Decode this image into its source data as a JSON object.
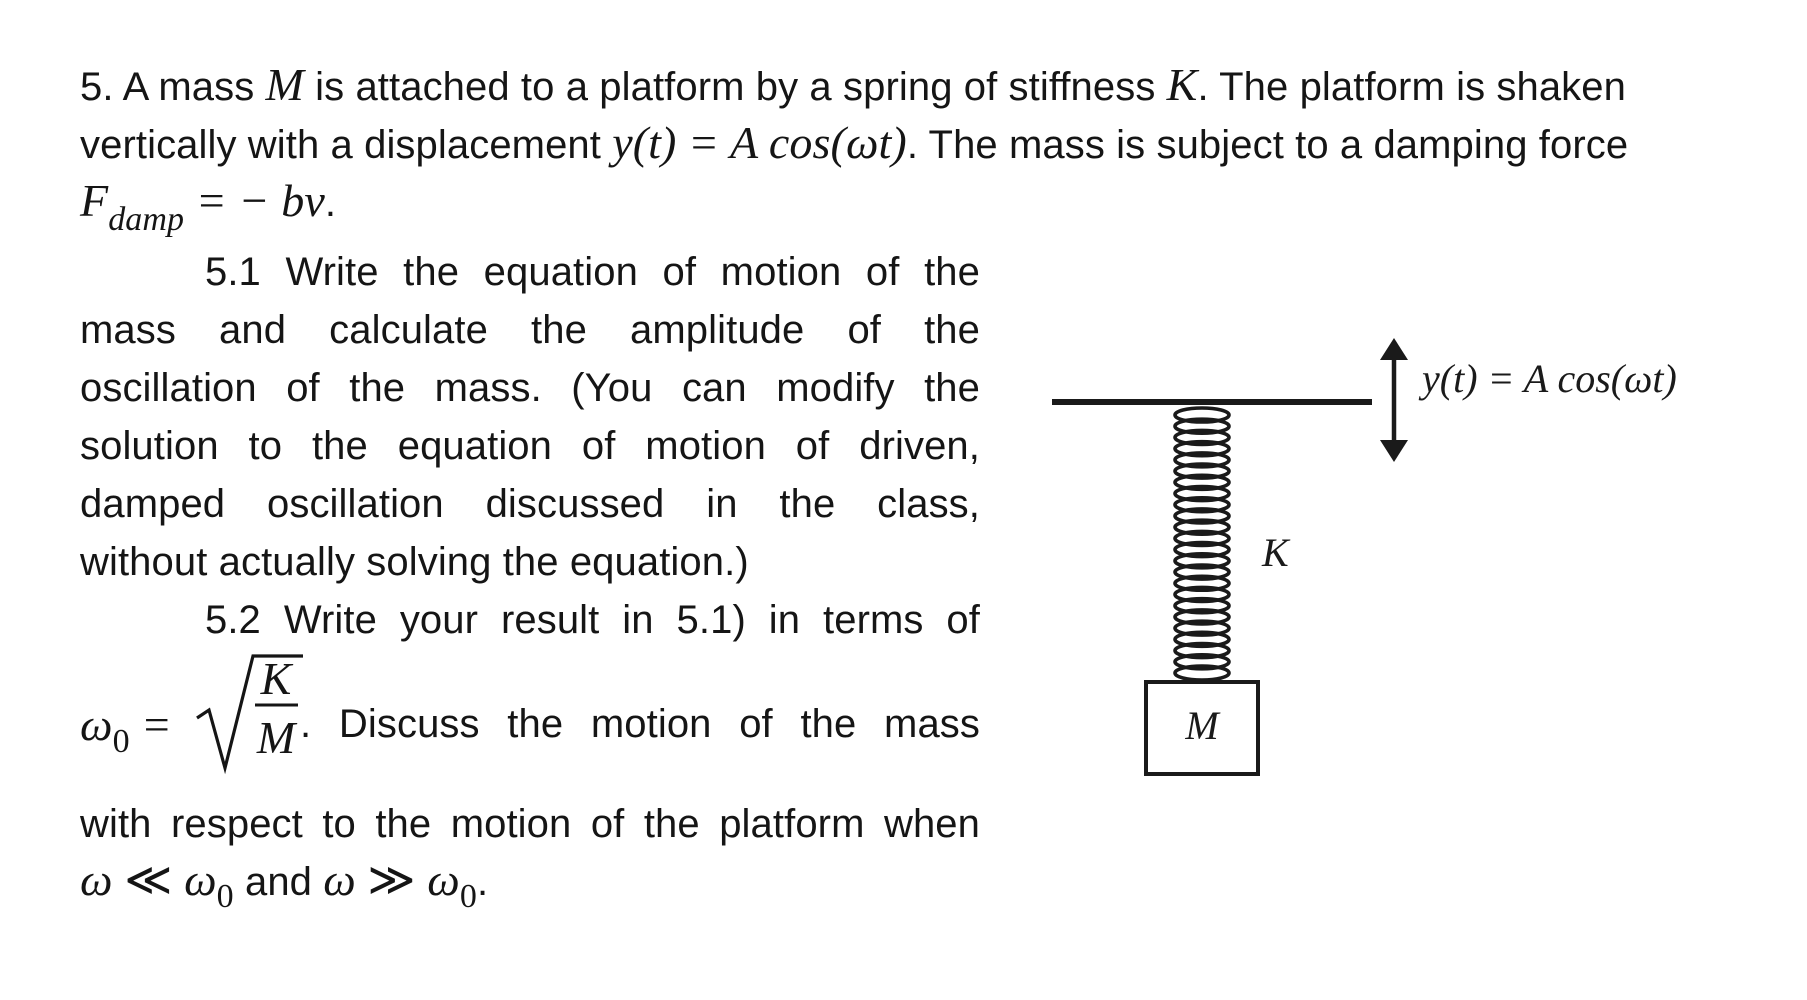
{
  "problem": {
    "intro_line1_a": "5. A mass ",
    "intro_mass_symbol": "M",
    "intro_line1_b": " is attached to a platform by a spring of stiffness ",
    "intro_stiffness_symbol": "K",
    "intro_line1_c": ". The platform is shaken",
    "intro_line2_a": "vertically with a displacement ",
    "intro_displacement_expr": "y(t) = A cos(ωt)",
    "intro_line2_b": ". The mass is subject to a damping force",
    "damping_F": "F",
    "damping_sub": "damp",
    "damping_rhs": " = − bv",
    "damping_period": "."
  },
  "part_5_1": {
    "lines": [
      "5.1 Write the equation of motion of the",
      "mass and calculate the amplitude of the",
      "oscillation of the mass. (You can modify the",
      "solution to the equation of motion of driven,",
      "damped oscillation discussed in the class,",
      "without actually solving the equation.)"
    ]
  },
  "part_5_2": {
    "line1": "5.2 Write your result in 5.1) in terms of",
    "omega0_symbol": "ω",
    "omega0_sub": "0",
    "equals": "=",
    "frac_num": "K",
    "frac_den": "M",
    "after_frac": ". Discuss the motion of the mass",
    "line3": "with respect to the motion of the platform when",
    "cond_omega_a": "ω",
    "cond_ll": " ≪ ",
    "cond_omega0_a": "ω",
    "cond_sub_a": "0",
    "cond_and": " and ",
    "cond_omega_b": "ω",
    "cond_gg": " ≫ ",
    "cond_omega0_b": "ω",
    "cond_sub_b": "0",
    "cond_period": "."
  },
  "figure": {
    "platform_label": "y(t) = A cos(ωt)",
    "spring_label": "K",
    "mass_label": "M",
    "stroke_color": "#1a1a1a"
  }
}
